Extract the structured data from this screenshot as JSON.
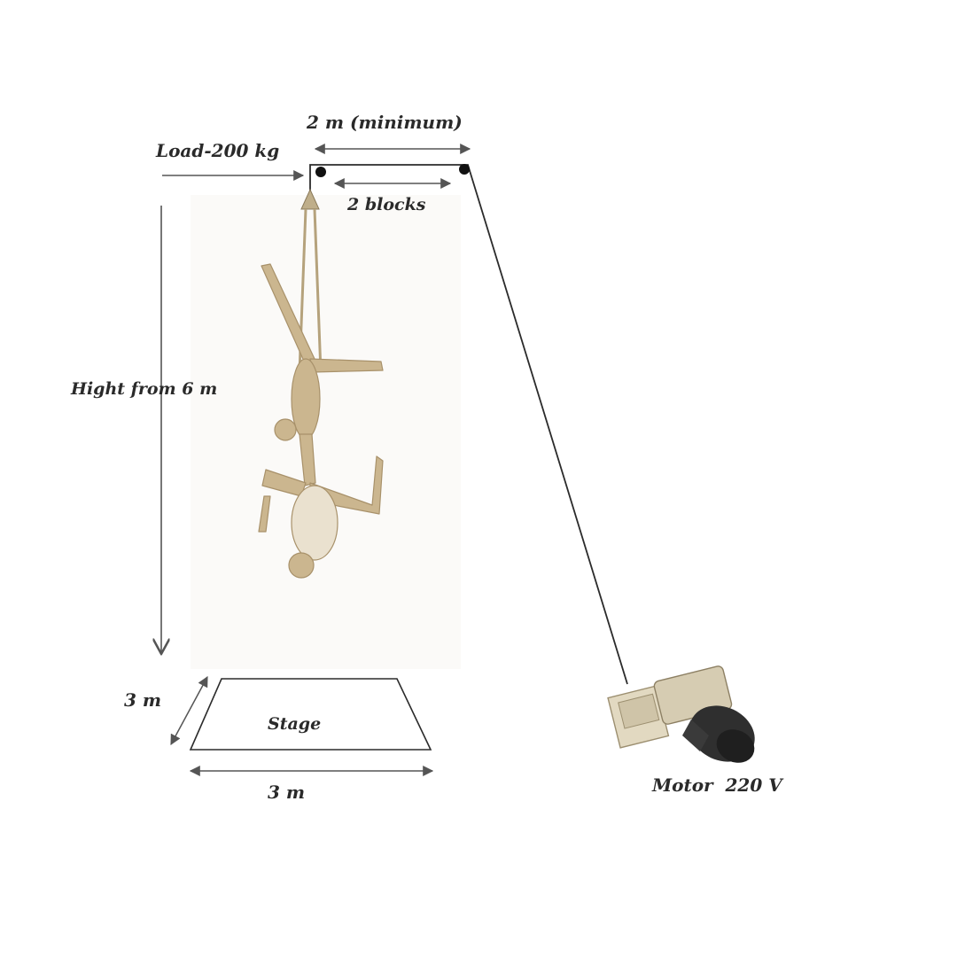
{
  "labels": {
    "span": "2 m (minimum)",
    "load": "Load-200 kg",
    "blocks": "2 blocks",
    "height": "Hight from 6 m",
    "stage": "Stage",
    "stage_depth": "3 m",
    "stage_width": "3 m",
    "motor": "Motor  220 V"
  },
  "colors": {
    "line": "#2b2b2b",
    "arrow": "#555555",
    "figure": "#c9b48e",
    "figure_shadow": "#a8916a",
    "motor_body": "#d8cfb6",
    "motor_dark": "#2f2f2f"
  }
}
